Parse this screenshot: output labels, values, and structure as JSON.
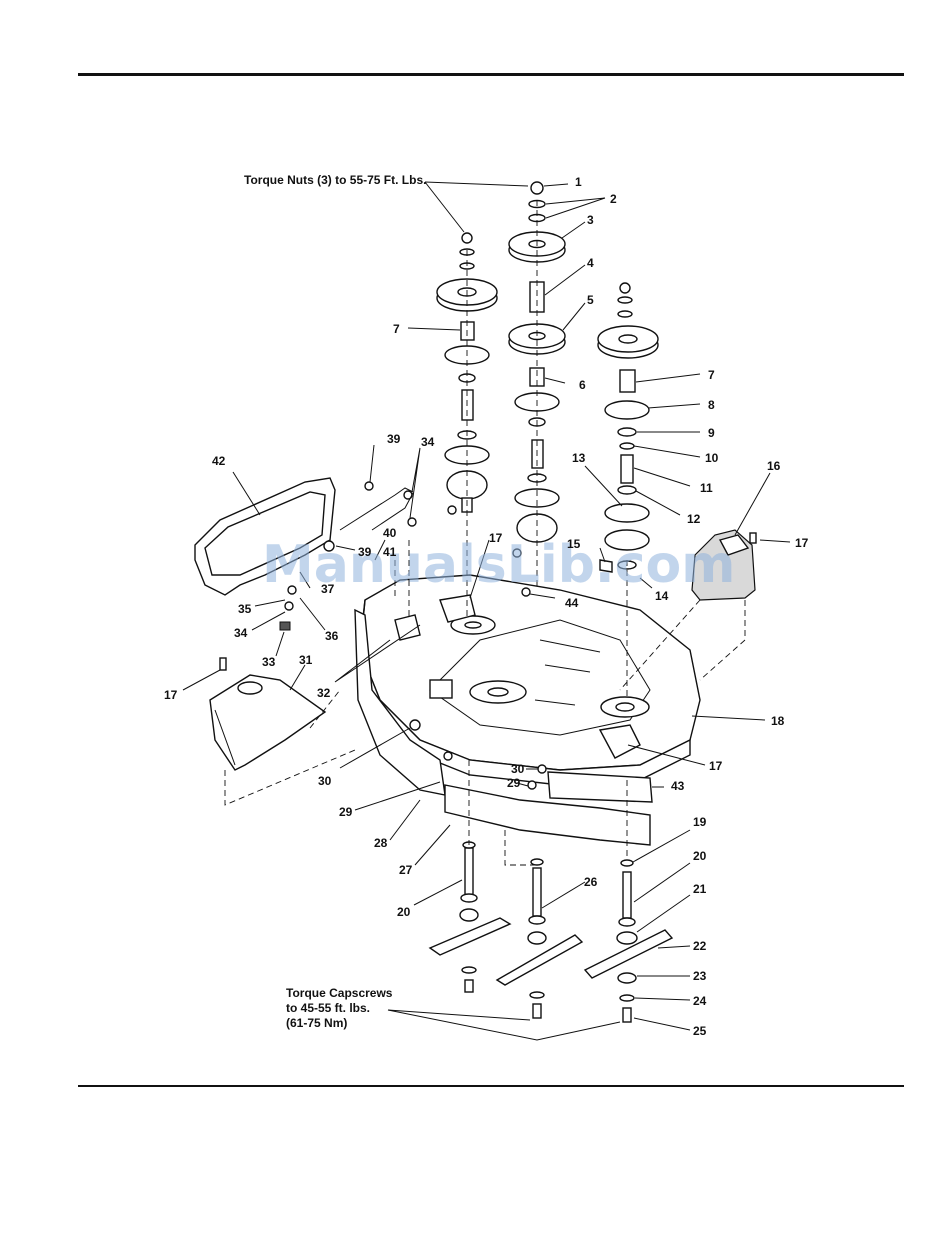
{
  "notes": {
    "torque_nuts": "Torque Nuts (3) to 55-75 Ft. Lbs.",
    "torque_capscrews_l1": "Torque Capscrews",
    "torque_capscrews_l2": "to 45-55 ft. lbs.",
    "torque_capscrews_l3": "(61-75 Nm)"
  },
  "watermark": "ManualsLib.com",
  "callouts": {
    "c1": "1",
    "c2": "2",
    "c3": "3",
    "c4": "4",
    "c5": "5",
    "c6": "6",
    "c7a": "7",
    "c7b": "7",
    "c8": "8",
    "c9": "9",
    "c10": "10",
    "c11": "11",
    "c12": "12",
    "c13": "13",
    "c14": "14",
    "c15": "15",
    "c16": "16",
    "c17a": "17",
    "c17b": "17",
    "c17c": "17",
    "c17d": "17",
    "c18": "18",
    "c19": "19",
    "c20a": "20",
    "c20b": "20",
    "c21": "21",
    "c22": "22",
    "c23": "23",
    "c24": "24",
    "c25": "25",
    "c26": "26",
    "c27": "27",
    "c28": "28",
    "c29a": "29",
    "c29b": "29",
    "c30a": "30",
    "c30b": "30",
    "c31": "31",
    "c32": "32",
    "c33": "33",
    "c34a": "34",
    "c34b": "34",
    "c35": "35",
    "c36": "36",
    "c37": "37",
    "c39a": "39",
    "c39b": "39",
    "c40": "40",
    "c41": "41",
    "c42": "42",
    "c43": "43",
    "c44": "44"
  }
}
